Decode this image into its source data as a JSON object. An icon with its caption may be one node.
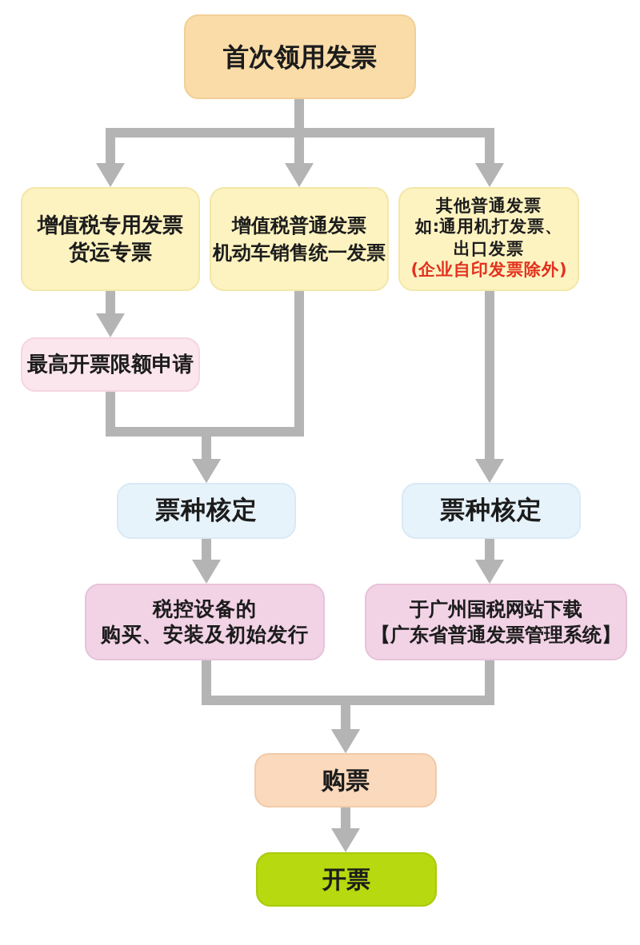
{
  "diagram": {
    "nodes": [
      {
        "text": [
          "首次领用发票"
        ]
      },
      {
        "text": [
          "增值税专用发票",
          "货运专票"
        ]
      },
      {
        "text": [
          "增值税普通发票",
          "机动车销售统一发票"
        ]
      },
      {
        "text": [
          "其他普通发票",
          "如:通用机打发票、出口发票",
          "(企业自印发票除外)"
        ]
      },
      {
        "text": [
          "最高开票限额申请"
        ]
      },
      {
        "text": [
          "票种核定"
        ]
      },
      {
        "text": [
          "票种核定"
        ]
      },
      {
        "text": [
          "税控设备的购买、安装及初始发行"
        ]
      },
      {
        "text": [
          "于广州国税网站下载【广东省普通发票管理系统】"
        ]
      },
      {
        "text": [
          "购票"
        ]
      },
      {
        "text": [
          "开票"
        ]
      }
    ],
    "edges": [
      {
        "from": 0,
        "to": 1,
        "arrow": "to"
      },
      {
        "from": 0,
        "to": 2,
        "arrow": "to"
      },
      {
        "from": 0,
        "to": 3,
        "arrow": "to"
      },
      {
        "from": 1,
        "to": 4,
        "arrow": "to"
      },
      {
        "from": 4,
        "to": 5,
        "arrow": "to"
      },
      {
        "from": 2,
        "to": 5,
        "arrow": "to"
      },
      {
        "from": 3,
        "to": 6,
        "arrow": "to"
      },
      {
        "from": 5,
        "to": 7,
        "arrow": "to"
      },
      {
        "from": 6,
        "to": 8,
        "arrow": "to"
      },
      {
        "from": 7,
        "to": 9,
        "arrow": "to"
      },
      {
        "from": 8,
        "to": 9,
        "arrow": "to"
      },
      {
        "from": 9,
        "to": 10,
        "arrow": "to"
      }
    ]
  }
}
